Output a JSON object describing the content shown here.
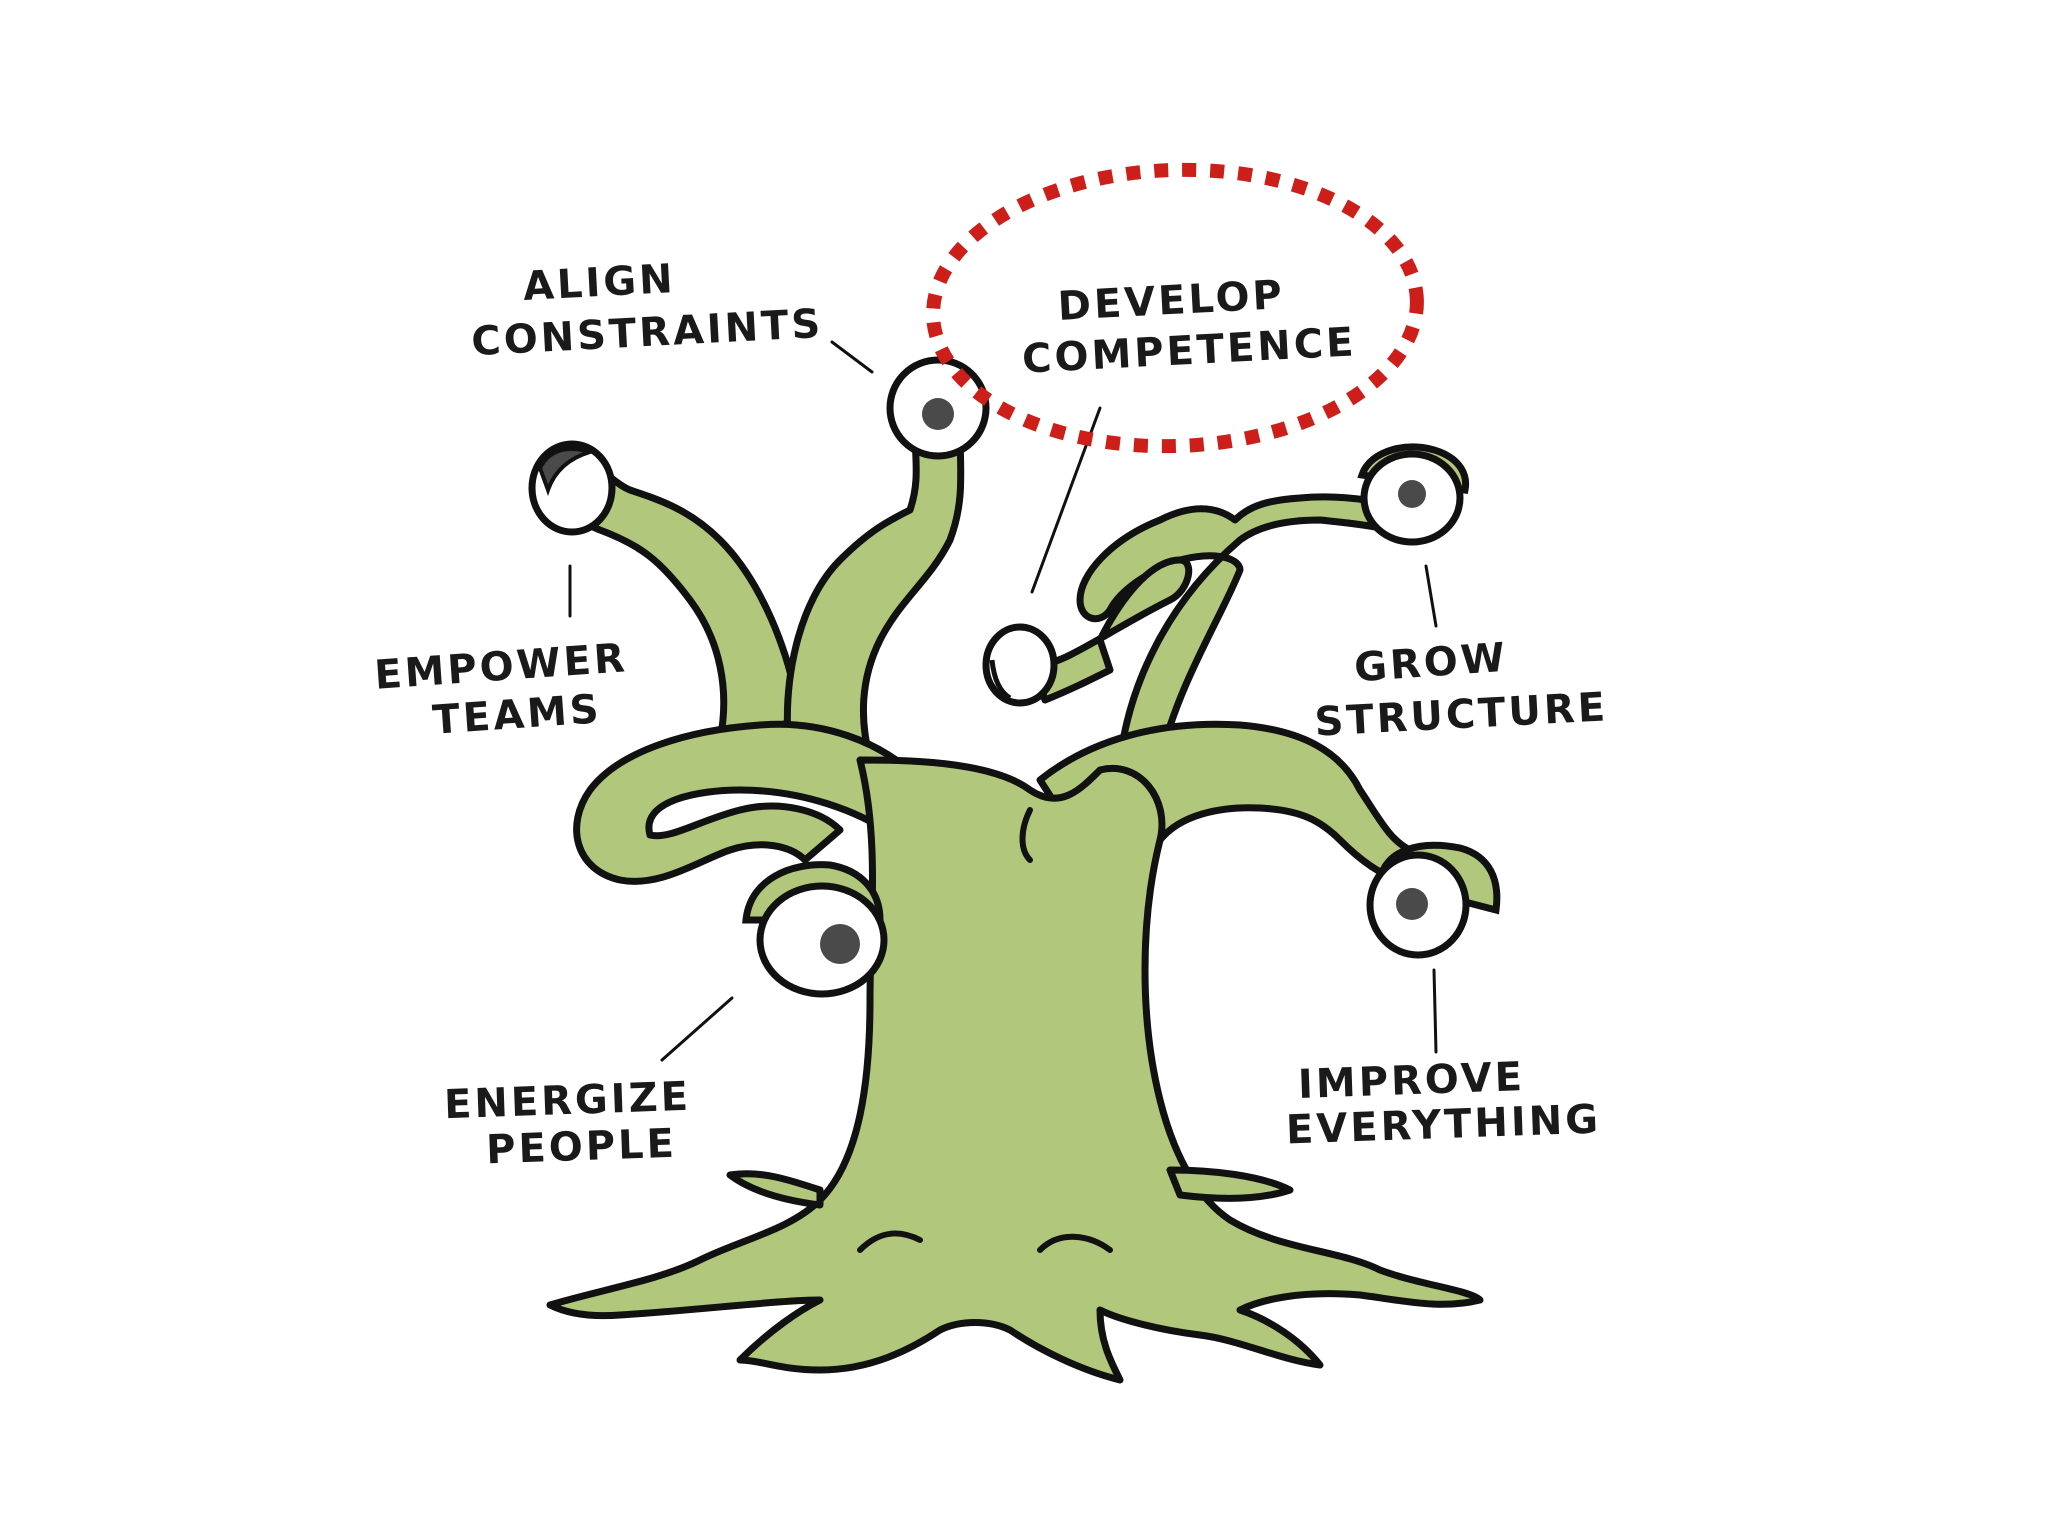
{
  "diagram": {
    "labels": {
      "align_constraints": [
        "ALIGN",
        "CONSTRAINTS"
      ],
      "develop_competence": [
        "DEVELOP",
        "COMPETENCE"
      ],
      "empower_teams": [
        "EMPOWER",
        "TEAMS"
      ],
      "grow_structure": [
        "GROW",
        "STRUCTURE"
      ],
      "energize_people": [
        "ENERGIZE",
        "PEOPLE"
      ],
      "improve_everything": [
        "IMPROVE",
        "EVERYTHING"
      ]
    },
    "highlighted": "develop_competence",
    "colors": {
      "tree_fill": "#b0c77c",
      "outline": "#111111",
      "highlight": "#cc1f1a",
      "eye_white": "#ffffff",
      "pupil": "#4a4a4a"
    }
  }
}
